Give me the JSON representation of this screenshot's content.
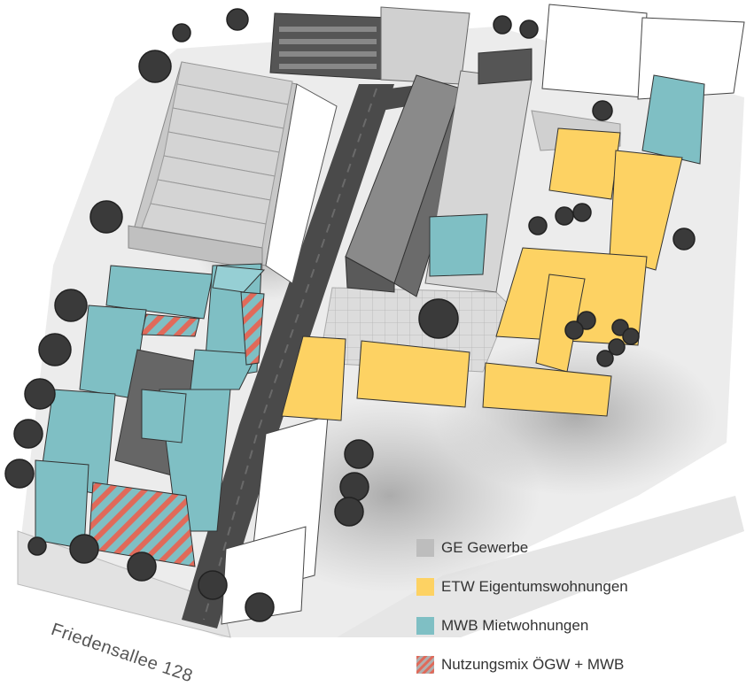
{
  "street_label": "Friedensallee 128",
  "colors": {
    "gewerbe": "#bdbdbd",
    "etw": "#fdd263",
    "mwb": "#7fbfc4",
    "mix_stripe": "#e06a5a",
    "road": "#4a4a4a",
    "ground": "#e9e9e9",
    "tree": "#3a3a3a"
  },
  "legend": [
    {
      "key": "gewerbe",
      "label": "GE Gewerbe"
    },
    {
      "key": "etw",
      "label": "ETW Eigentumswohnungen"
    },
    {
      "key": "mwb",
      "label": "MWB Mietwohnungen"
    },
    {
      "key": "mix",
      "label": "Nutzungsmix ÖGW + MWB"
    }
  ]
}
